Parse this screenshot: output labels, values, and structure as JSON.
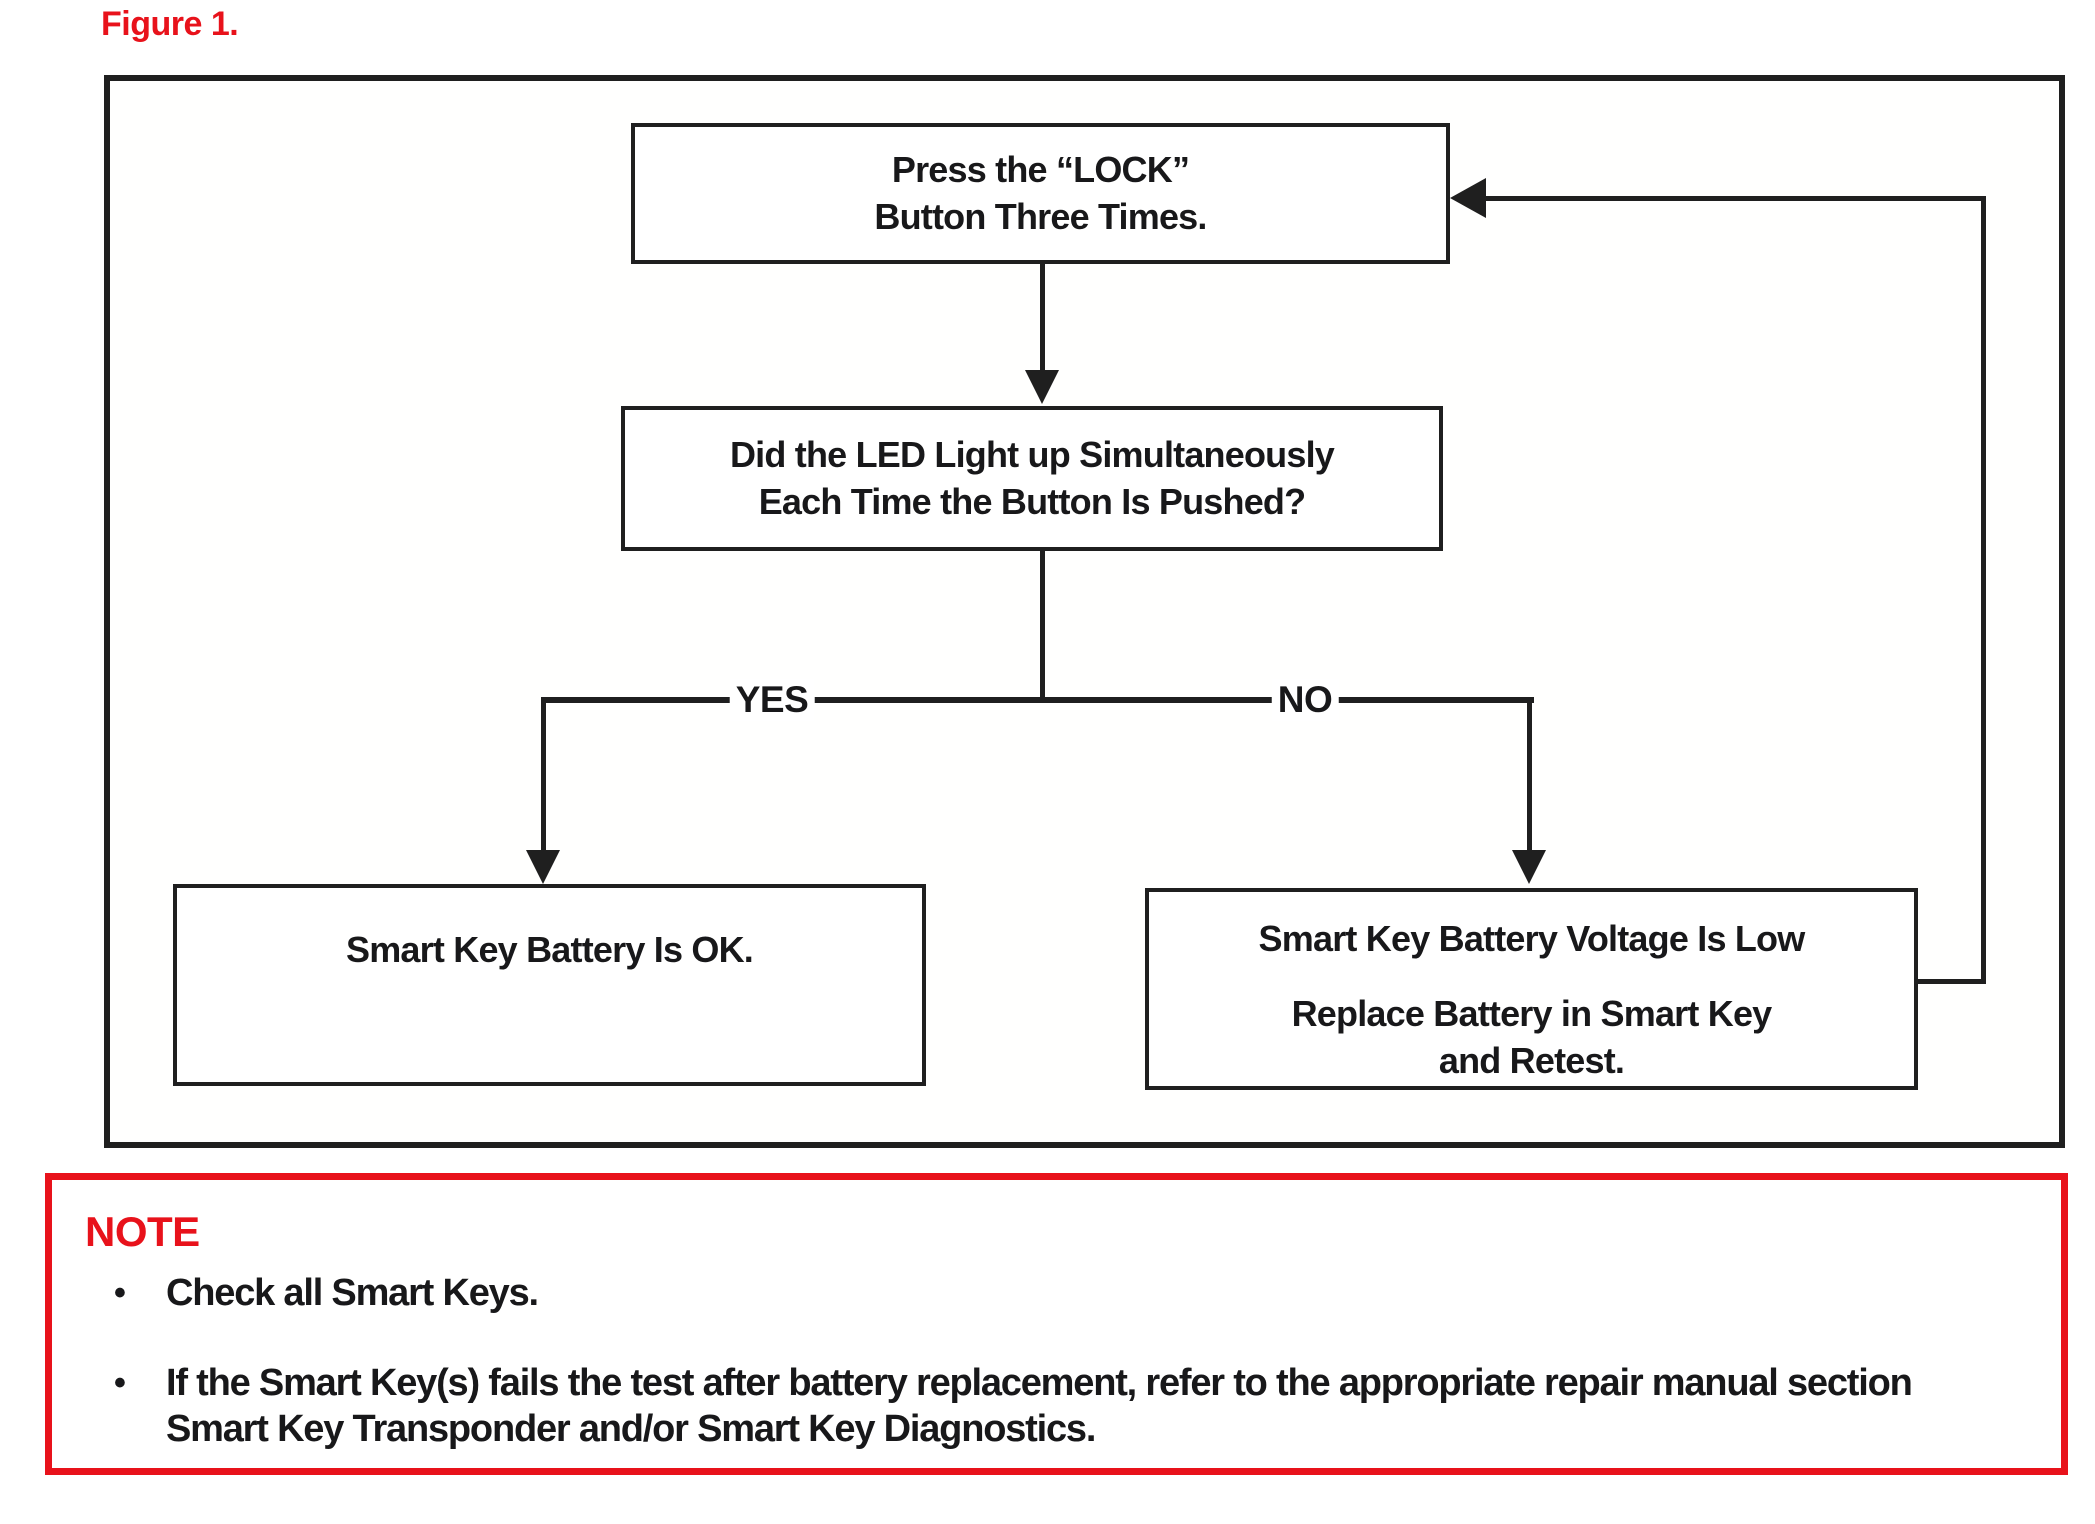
{
  "figure_label": "Figure 1.",
  "flowchart": {
    "start_box": {
      "line1": "Press the “LOCK”",
      "line2": "Button Three Times."
    },
    "decision_box": {
      "line1": "Did the LED Light up Simultaneously",
      "line2": "Each Time the Button Is Pushed?"
    },
    "yes_label": "YES",
    "no_label": "NO",
    "yes_result_box": {
      "text": "Smart Key Battery Is OK."
    },
    "no_result_box": {
      "line1": "Smart Key Battery Voltage Is Low",
      "line2": "Replace Battery in Smart Key",
      "line3": "and Retest."
    }
  },
  "note": {
    "title": "NOTE",
    "bullet_glyph": "•",
    "bullets": [
      "Check all Smart Keys.",
      "If the Smart Key(s) fails the test after battery replacement, refer to the appropriate repair manual section Smart Key Transponder and/or Smart Key Diagnostics."
    ]
  },
  "colors": {
    "accent_red": "#e8121b",
    "line_black": "#1f1f1f",
    "text_black": "#18181a",
    "background": "#ffffff"
  }
}
